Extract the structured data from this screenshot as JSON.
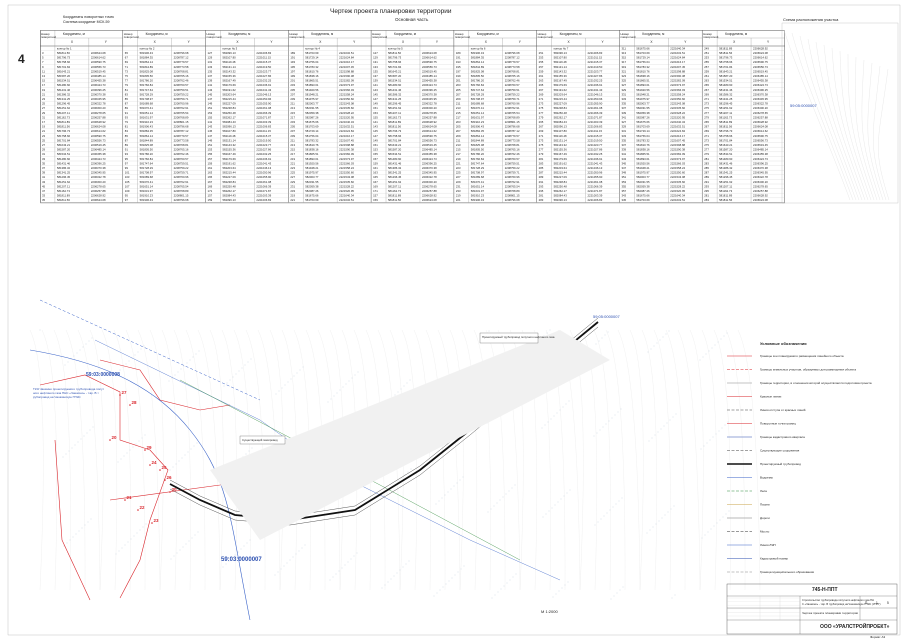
{
  "page_number": "4",
  "title": "Чертеж проекта планировки территории",
  "subtitle": "Основная часть",
  "coord_note_line1": "Координаты поворотных точек",
  "coord_note_line2": "Система координат МСК-59",
  "scheme_label": "Схема расположения участка",
  "scale": "М 1:2000",
  "cadastral": {
    "top_right": "59:05:0000007",
    "left_big": "59:03:0000007",
    "left_small": "59:03:0000008",
    "road": "59:05:0000007"
  },
  "columns": {
    "no": "Номер поворотной точки",
    "coords": "Координаты, м",
    "x": "X",
    "y": "Y"
  },
  "contour_labels": [
    "контур № 1",
    "контур № 2",
    "контур № 3",
    "контур № 4",
    "контур № 5",
    "контур № 6",
    "контур № 7"
  ],
  "table_rows": [
    [
      "1",
      "581811.89",
      "2206628.92",
      "32",
      "581910.23",
      "2208801.15",
      "63",
      "582084.43",
      "2221003.39",
      "94",
      "581675.66",
      "2221640.34"
    ],
    [
      "2",
      "581811.56",
      "2206624.08",
      "33",
      "581906.43",
      "2208796.68",
      "64",
      "582096.13",
      "2221006.83",
      "95",
      "581703.69",
      "2221632.51"
    ],
    [
      "3",
      "581796.73",
      "2206614.62",
      "34",
      "581884.35",
      "2208787.12",
      "65",
      "582107.80",
      "2221011.15",
      "96",
      "581729.14",
      "2221624.84"
    ],
    [
      "4",
      "581758.66",
      "2206590.75",
      "35",
      "581864.14",
      "2208779.57",
      "66",
      "582119.48",
      "2221015.37",
      "97",
      "581756.04",
      "2221616.17"
    ],
    [
      "5",
      "581701.84",
      "2206556.73",
      "36",
      "581844.89",
      "2208773.58",
      "67",
      "582131.14",
      "2221019.50",
      "98",
      "581783.32",
      "2221607.45"
    ],
    [
      "6",
      "581643.21",
      "2206519.45",
      "37",
      "581825.08",
      "2208768.81",
      "68",
      "582143.32",
      "2221023.77",
      "99",
      "581810.76",
      "2221598.88"
    ],
    [
      "7",
      "581587.20",
      "2206485.14",
      "38",
      "581805.50",
      "2208765.16",
      "69",
      "582155.36",
      "2221027.86",
      "100",
      "581838.16",
      "2221590.38"
    ],
    [
      "8",
      "581534.51",
      "2206455.38",
      "39",
      "581786.20",
      "2208762.46",
      "70",
      "582167.49",
      "2221032.25",
      "101",
      "581865.51",
      "2221582.09"
    ],
    [
      "9",
      "581480.60",
      "2206424.73",
      "40",
      "581766.84",
      "2208760.57",
      "71",
      "582179.69",
      "2221036.91",
      "102",
      "581893.01",
      "2221573.97"
    ],
    [
      "10",
      "581431.46",
      "2206396.25",
      "41",
      "581747.64",
      "2208759.51",
      "72",
      "582191.62",
      "2221041.43",
      "103",
      "581920.56",
      "2221566.03"
    ],
    [
      "11",
      "581386.32",
      "2206370.38",
      "42",
      "581728.29",
      "2208759.22",
      "73",
      "582203.64",
      "2221046.13",
      "104",
      "581948.21",
      "2221558.24"
    ],
    [
      "12",
      "581341.25",
      "2206345.95",
      "43",
      "581708.97",
      "2208759.71",
      "74",
      "582215.44",
      "2221050.96",
      "105",
      "581975.97",
      "2221550.60"
    ],
    [
      "13",
      "581296.45",
      "2206322.78",
      "44",
      "581689.68",
      "2208760.96",
      "75",
      "582227.09",
      "2221055.90",
      "106",
      "582003.77",
      "2221543.08"
    ],
    [
      "14",
      "581251.62",
      "2206300.20",
      "45",
      "581670.41",
      "2208762.91",
      "76",
      "582238.84",
      "2221061.08",
      "107",
      "582031.55",
      "2221535.60"
    ],
    [
      "15",
      "581207.11",
      "2206278.65",
      "46",
      "581651.14",
      "2208765.54",
      "77",
      "582250.48",
      "2221066.39",
      "108",
      "582059.38",
      "2221528.22"
    ],
    [
      "16",
      "581162.73",
      "2206257.88",
      "47",
      "581631.97",
      "2208768.89",
      "78",
      "582262.17",
      "2221071.87",
      "109",
      "582087.26",
      "2221520.95"
    ]
  ],
  "legend": {
    "title": "Условные обозначения",
    "items": [
      "Границы зон планируемого размещения линейного объекта",
      "Границы земельных участков, образуемых для размещения объекта",
      "Границы территории, в отношении которой осуществляется подготовка проекта",
      "Красные линии",
      "Линия отступа от красных линий",
      "Поворотные точки границ",
      "Границы кадастрового квартала",
      "Существующие сооружения",
      "Проектируемый трубопровод",
      "Водоемы",
      "Леса",
      "Пашни",
      "Дороги",
      "Мосты",
      "Линия ЛЭП",
      "Кадастровый номер",
      "Граница муниципального образования"
    ]
  },
  "stamp": {
    "code": "745-Н-ППТ",
    "description": "Строительство трубопровода попутного нефтяного газа ПНС «Чашкино» - т.вр. В трубопровод на Чашкинскую ГПЭС (УППГ)",
    "sheet_title": "Чертеж проекта планировки территории",
    "stage": "П",
    "sheet": "1",
    "sheets": "5",
    "org": "ООО «УРАЛСТРОЙПРОЕКТ»",
    "format": "Формат А3"
  },
  "annotations": {
    "pipeline_label": "Проектируемый трубопровод попутного нефтяного газа",
    "existing_label": "Существующий газопровод",
    "left_note": "ТКЭ Чашкино проектируемого трубопровода попутного нефтяного газа ПНС «Чашкино» - т.вр. В трубопровод на Чашкинскую ГПЭС"
  }
}
